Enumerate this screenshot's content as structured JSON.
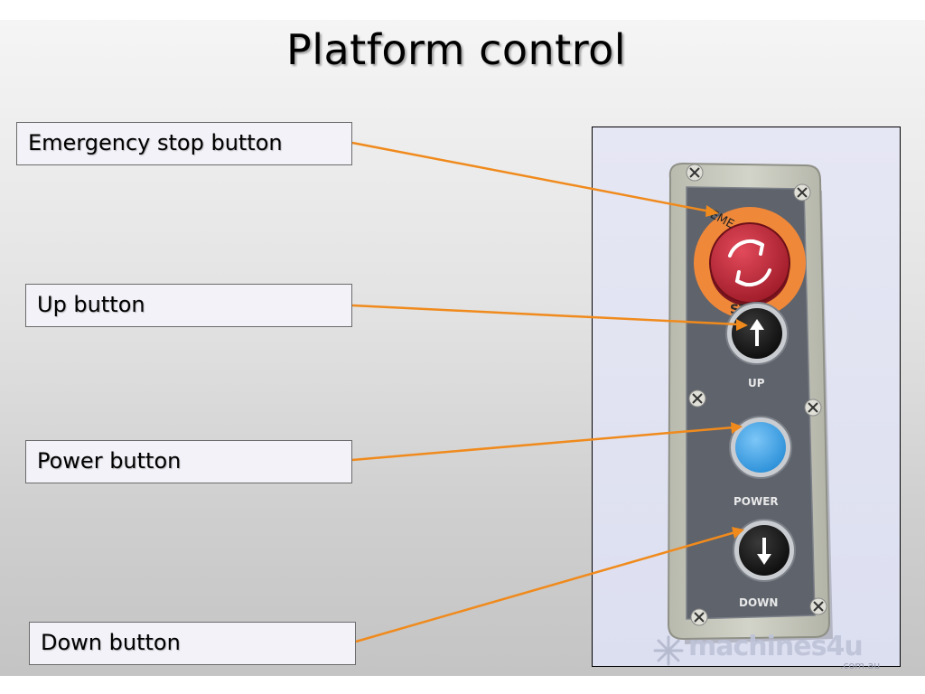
{
  "slide": {
    "title": "Platform control"
  },
  "labels": {
    "emergency_stop": "Emergency stop button",
    "up": "Up button",
    "power": "Power button",
    "down": "Down button"
  },
  "panel": {
    "stop_text_top": "EME",
    "stop_text": "STOP",
    "up_text": "UP",
    "power_text": "POWER",
    "down_text": "DOWN"
  },
  "watermark": {
    "brand": "machines4u",
    "domain": ".com.au"
  },
  "colors": {
    "leader_line": "#f08a1c",
    "emergency_red": "#c8283a",
    "stop_ring_orange": "#f0883a",
    "power_blue": "#3fa7ee",
    "panel_grey": "#5e636c",
    "box_body": "#c6c7bc"
  }
}
